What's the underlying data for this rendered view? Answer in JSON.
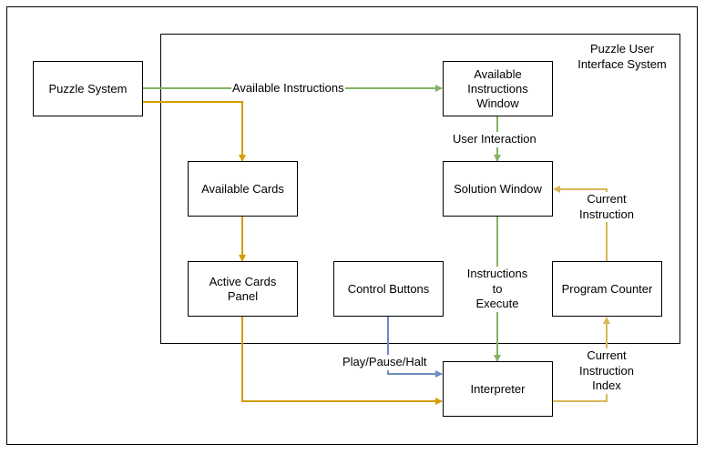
{
  "container": {
    "title_line1": "Puzzle User",
    "title_line2": "Interface System"
  },
  "boxes": {
    "puzzle_system": "Puzzle System",
    "available_instructions_window_l1": "Available",
    "available_instructions_window_l2": "Instructions",
    "available_instructions_window_l3": "Window",
    "available_cards": "Available Cards",
    "solution_window": "Solution Window",
    "active_cards_panel_l1": "Active Cards",
    "active_cards_panel_l2": "Panel",
    "control_buttons": "Control Buttons",
    "program_counter": "Program Counter",
    "interpreter": "Interpreter"
  },
  "edges": {
    "available_instructions": "Available Instructions",
    "user_interaction": "User Interaction",
    "current_instruction_l1": "Current",
    "current_instruction_l2": "Instruction",
    "instructions_to_execute_l1": "Instructions",
    "instructions_to_execute_l2": "to",
    "instructions_to_execute_l3": "Execute",
    "play_pause_halt": "Play/Pause/Halt",
    "current_instruction_index_l1": "Current",
    "current_instruction_index_l2": "Instruction",
    "current_instruction_index_l3": "Index"
  },
  "colors": {
    "green": "#82b366",
    "orange": "#d79b00",
    "yellow": "#d6b656",
    "blue": "#6c8ebf"
  }
}
